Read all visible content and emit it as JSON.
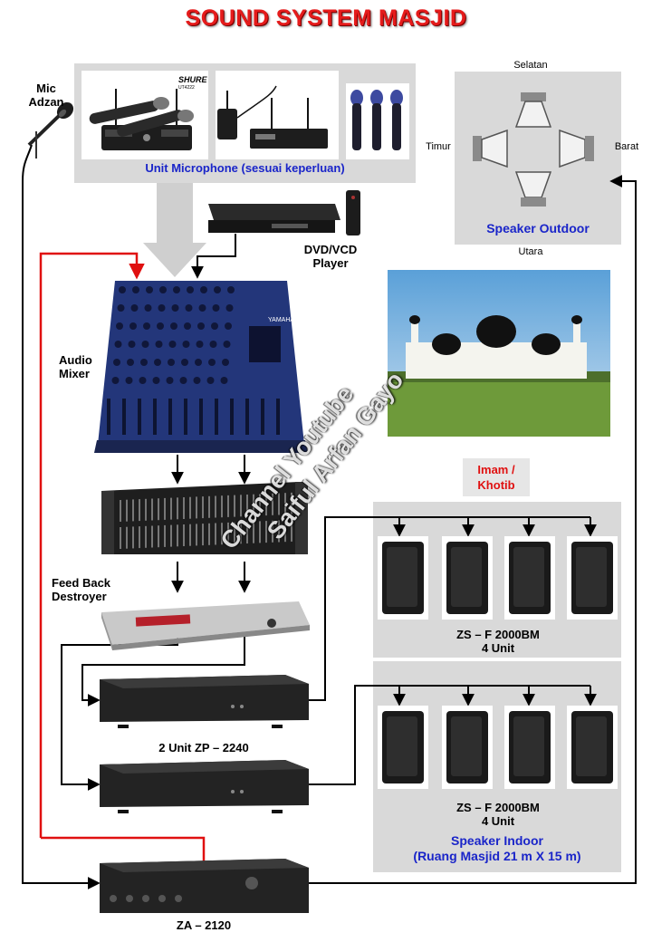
{
  "title": "SOUND SYSTEM MASJID",
  "mic_adzan": "Mic\nAdzan",
  "unit_microphone": "Unit Microphone (sesuai keperluan)",
  "shure_brand": "SHURE",
  "shure_model": "UT4222",
  "dvd_player": "DVD/VCD\nPlayer",
  "audio_mixer": "Audio\nMixer",
  "feedback_destroyer": "Feed Back\nDestroyer",
  "amp_zp": "2 Unit ZP – 2240",
  "amp_za": "ZA – 2120",
  "speaker_outdoor": {
    "title": "Speaker Outdoor",
    "north": "Utara",
    "south": "Selatan",
    "east": "Timur",
    "west": "Barat"
  },
  "imam_khotib": "Imam /\nKhotib",
  "indoor_group_1": "ZS – F 2000BM\n4 Unit",
  "indoor_group_2": "ZS – F 2000BM\n4 Unit",
  "speaker_indoor": "Speaker Indoor",
  "room_size": "(Ruang Masjid 21 m X 15 m)",
  "watermark_line1": "Channel Youtube",
  "watermark_line2": "Saiful Arfan Gayo",
  "colors": {
    "title": "#e51b1b",
    "label_blue": "#1a25c9",
    "wire_red": "#e01010",
    "wire_black": "#000000",
    "panel_gray": "#d9d9d9"
  }
}
